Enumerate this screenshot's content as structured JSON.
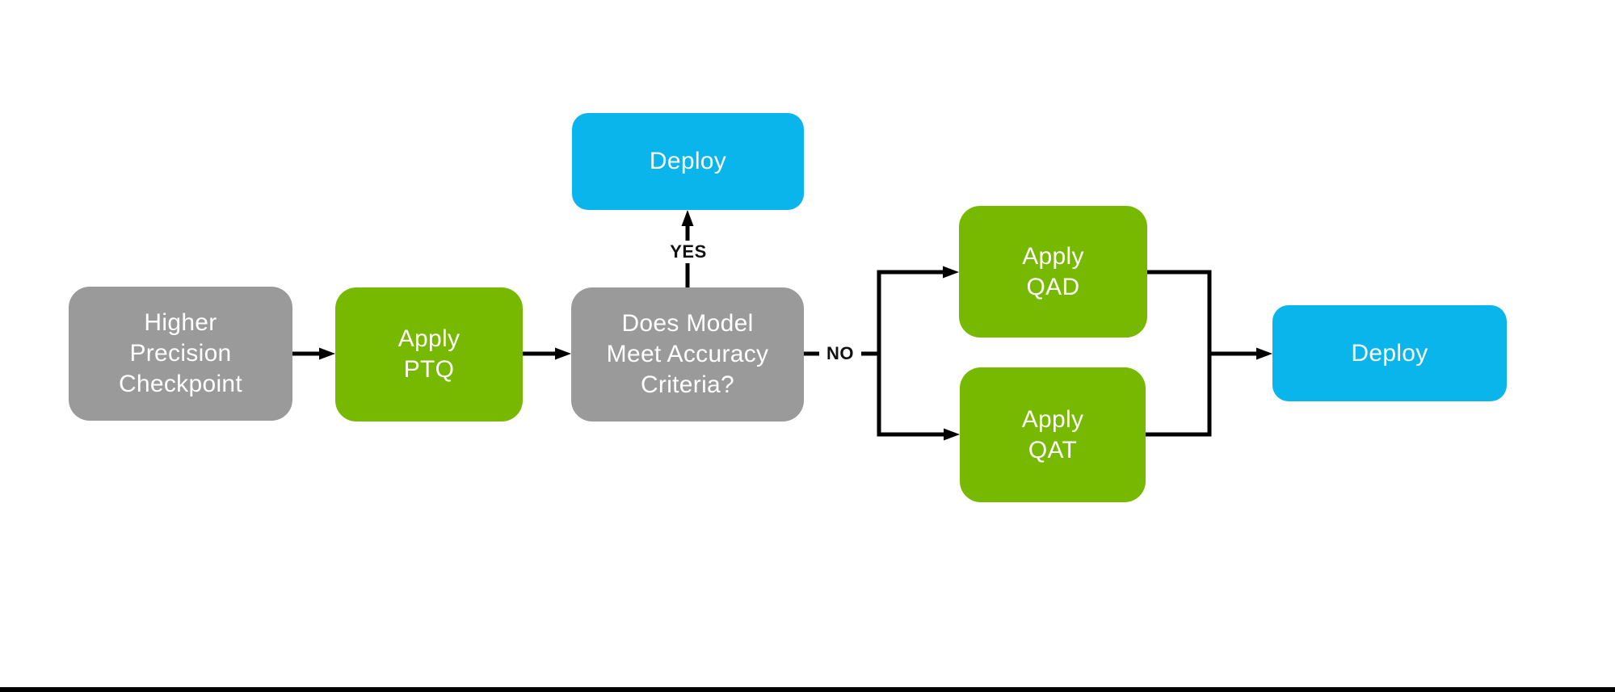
{
  "colors": {
    "bg": "#ffffff",
    "green": "#76b900",
    "blue": "#09b5ea",
    "gray": "#9a9a9a",
    "line": "#000000",
    "nodetext": "#ffffff",
    "labeltext": "#111111",
    "bar": "#000000"
  },
  "diagram": {
    "nodes": {
      "higher_precision": {
        "label": "Higher\nPrecision\nCheckpoint",
        "color": "#9a9a9a"
      },
      "apply_ptq": {
        "label": "Apply\nPTQ",
        "color": "#76b900"
      },
      "criteria": {
        "label": "Does Model\nMeet Accuracy\nCriteria?",
        "color": "#9a9a9a"
      },
      "deploy_top": {
        "label": "Deploy",
        "color": "#09b5ea"
      },
      "apply_qad": {
        "label": "Apply\nQAD",
        "color": "#76b900"
      },
      "apply_qat": {
        "label": "Apply\nQAT",
        "color": "#76b900"
      },
      "deploy_final": {
        "label": "Deploy",
        "color": "#09b5ea"
      }
    },
    "edge_labels": {
      "yes": "YES",
      "no": "NO"
    },
    "edges": [
      {
        "from": "higher_precision",
        "to": "apply_ptq"
      },
      {
        "from": "apply_ptq",
        "to": "criteria"
      },
      {
        "from": "criteria",
        "to": "deploy_top",
        "label": "YES"
      },
      {
        "from": "criteria",
        "to": "apply_qad",
        "label": "NO"
      },
      {
        "from": "criteria",
        "to": "apply_qat",
        "label": "NO"
      },
      {
        "from": "apply_qad",
        "to": "deploy_final"
      },
      {
        "from": "apply_qat",
        "to": "deploy_final"
      }
    ]
  }
}
